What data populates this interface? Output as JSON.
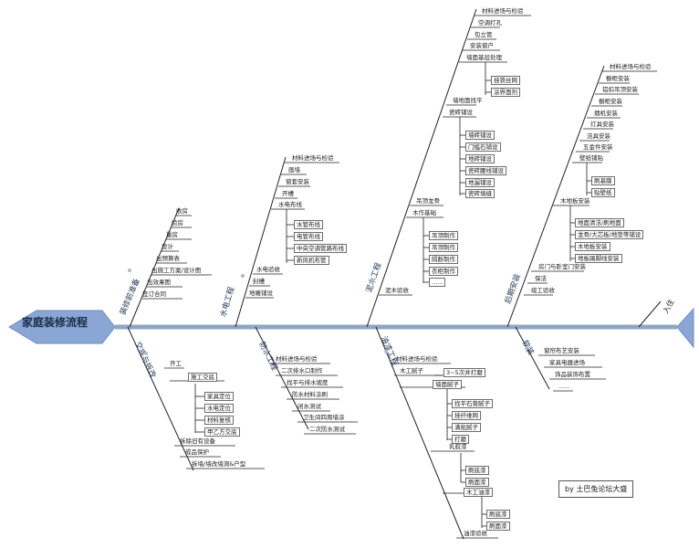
{
  "title": "家庭装修流程",
  "tail": "入住",
  "credit": "by 土巴兔论坛大盛",
  "colors": {
    "spine": "#8fa5c5",
    "head_fill": "#8aa6d4",
    "tail_fill": "#8aa6d4",
    "lines": "#222222"
  },
  "branches": [
    {
      "key": "b1",
      "label": "装修前准备",
      "items": [
        "收房",
        "验房",
        "量房",
        "设计",
        "出预算表",
        "出施工方案/设计图",
        "出效果图",
        "签订合同"
      ]
    },
    {
      "key": "b2",
      "label": "水电工程",
      "items": [
        "材料进场与检验",
        "画墙",
        "窗套安装",
        "开槽",
        "水电布线",
        "水管布线",
        "电管布线",
        "中央空调管路布线",
        "新风机布管",
        "水电验收",
        "封槽",
        "地暖铺设"
      ]
    },
    {
      "key": "b3",
      "label": "泥木工程",
      "items": [
        "材料进场与检验",
        "空调打孔",
        "包立管",
        "安装窗户",
        "墙面基层处理",
        "挂铁丝网",
        "涂界面剂",
        "墙地面找平",
        "瓷砖铺设",
        "墙砖铺设",
        "门槛石铺设",
        "地砖铺设",
        "瓷砖腰线铺设",
        "地漏铺设",
        "瓷砖填缝",
        "吊顶龙骨",
        "木作基础",
        "吊顶制作",
        "吊顶制作",
        "隔断制作",
        "衣柜制作",
        "......",
        "泥木验收"
      ]
    },
    {
      "key": "b4",
      "label": "后期安装",
      "items": [
        "材料进场与检验",
        "橱柜安装",
        "铝扣吊顶安装",
        "橱柜安装",
        "烟机安装",
        "灯具安装",
        "洁具安装",
        "五金件安装",
        "壁纸铺贴",
        "刷基膜",
        "贴壁纸",
        "木地板安装",
        "地面清洁/刷地面",
        "龙骨/大芯板/地垫等铺设",
        "木地板安装",
        "地板踢脚线安装",
        "房门与卧室门安装",
        "保洁",
        "竣工验收"
      ]
    },
    {
      "key": "b5",
      "label": "交底与拆改",
      "items": [
        "开工",
        "施工交底",
        "家具定位",
        "水电定位",
        "材料复核",
        "甲乙方交底",
        "拆除旧有设备",
        "成品保护",
        "拆墙/墙改墙洞&户型"
      ]
    },
    {
      "key": "b6",
      "label": "防水工程",
      "items": [
        "材料进场与检验",
        "二次排水口制作",
        "找平与排水坡度",
        "防水材料涂刷",
        "闭水测试",
        "卫生间四周墙涂",
        "二次防水测试"
      ]
    },
    {
      "key": "b7",
      "label": "油漆工程",
      "items": [
        "材料进场与检验",
        "木工腻子",
        "3~5次并打磨",
        "墙面腻子",
        "找平石膏腻子",
        "挂纤维网",
        "满批腻子",
        "打磨",
        "乳胶漆",
        "刷底漆",
        "刷面漆",
        "木工油漆",
        "刷底漆",
        "刷面漆",
        "油漆验收"
      ]
    },
    {
      "key": "b8",
      "label": "软装",
      "items": [
        "窗帘布艺安装",
        "家具电器进场",
        "饰品装饰布置",
        "......"
      ]
    }
  ]
}
